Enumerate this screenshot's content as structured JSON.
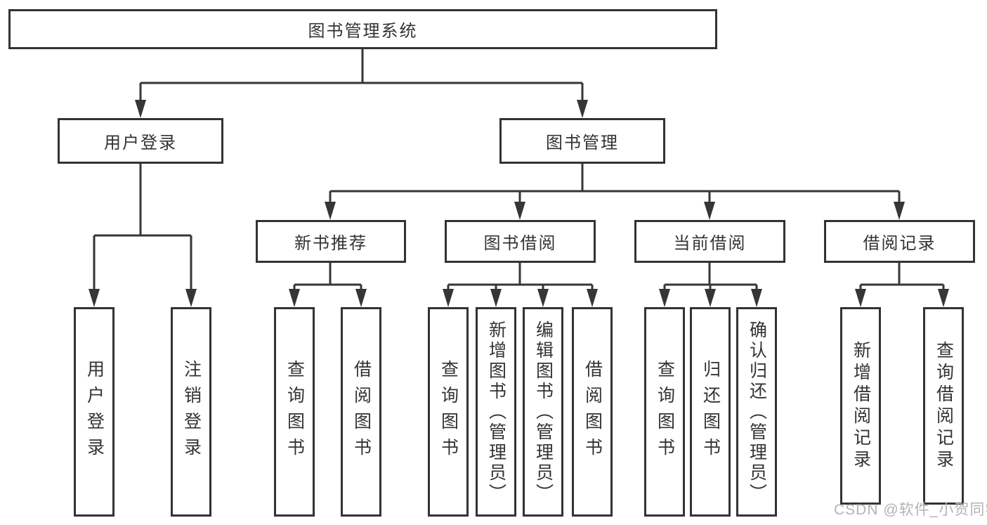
{
  "diagram": {
    "title": "图书管理系统",
    "root": {
      "label": "图书管理系统"
    },
    "level2": [
      {
        "label": "用户登录"
      },
      {
        "label": "图书管理"
      }
    ],
    "level3": [
      {
        "label": "新书推荐"
      },
      {
        "label": "图书借阅"
      },
      {
        "label": "当前借阅"
      },
      {
        "label": "借阅记录"
      }
    ],
    "leaves": [
      {
        "label": "用户登录"
      },
      {
        "label": "注销登录"
      },
      {
        "label": "查询图书"
      },
      {
        "label": "借阅图书"
      },
      {
        "label": "查询图书"
      },
      {
        "label": "新增图书（管理员）"
      },
      {
        "label": "编辑图书（管理员）"
      },
      {
        "label": "借阅图书"
      },
      {
        "label": "查询图书"
      },
      {
        "label": "归还图书"
      },
      {
        "label": "确认归还（管理员）"
      },
      {
        "label": "新增借阅记录"
      },
      {
        "label": "查询借阅记录"
      }
    ]
  },
  "watermark": {
    "text": "CSDN @软件_小贺同学"
  },
  "colors": {
    "line": "#363636",
    "box_border": "#333333",
    "text": "#333333",
    "watermark": "#b3b3b3",
    "background": "#ffffff"
  }
}
